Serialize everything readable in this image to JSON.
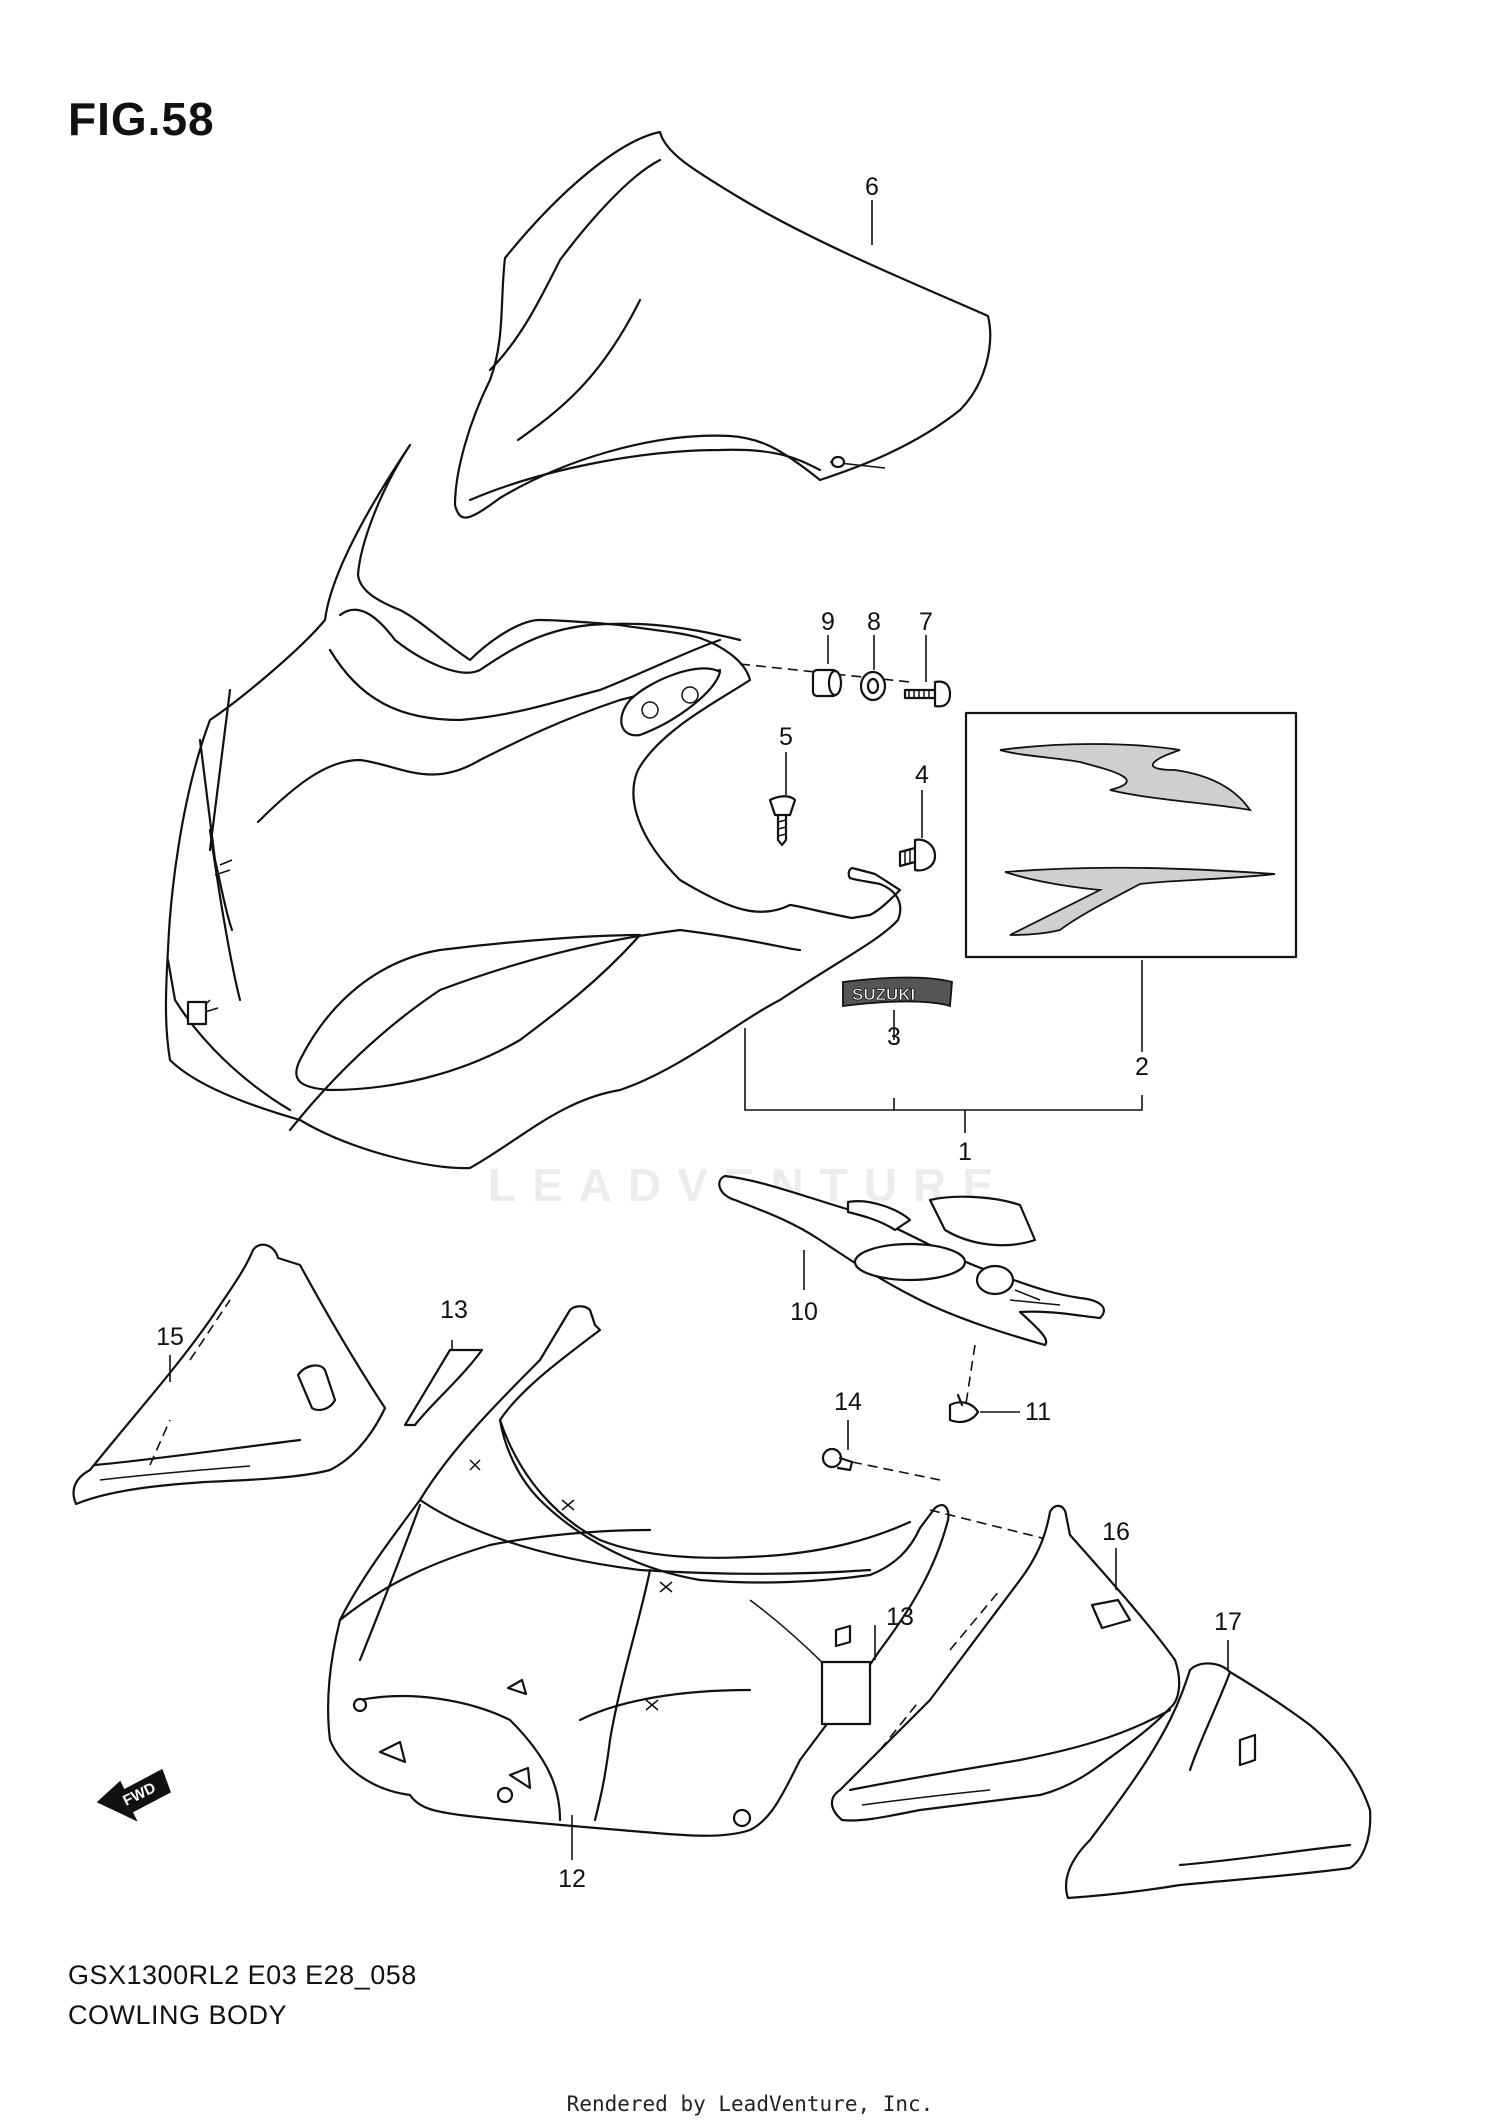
{
  "figure": {
    "title": "FIG.58",
    "model_code": "GSX1300RL2 E03 E28_058",
    "section_name": "COWLING BODY"
  },
  "watermark": "LEADVENTURE",
  "credit": "Rendered by LeadVenture, Inc.",
  "emblem_text": "SUZUKI",
  "direction_arrow_text": "FWD",
  "callouts": [
    "1",
    "2",
    "3",
    "4",
    "5",
    "6",
    "7",
    "8",
    "9",
    "10",
    "11",
    "12",
    "13",
    "13",
    "14",
    "15",
    "16",
    "17"
  ]
}
